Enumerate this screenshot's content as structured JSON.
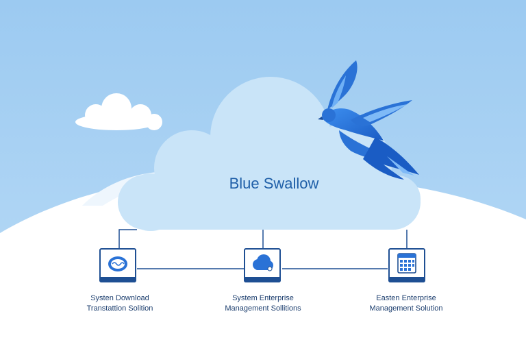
{
  "diagram": {
    "title": "Blue Swallow",
    "nodes": [
      {
        "line1": "Systen Download",
        "line2": "Transtattion Solition",
        "icon": "cloud-chat-icon"
      },
      {
        "line1": "System Enterprise",
        "line2": "Management Sollitions",
        "icon": "cloud-sync-icon"
      },
      {
        "line1": "Easten Enterprise",
        "line2": "Management Solution",
        "icon": "calendar-grid-icon"
      }
    ]
  },
  "colors": {
    "sky": "#9ccaf1",
    "cloud": "#c9e4f8",
    "connector": "#1e4f93",
    "title": "#1f5fa8",
    "bird": "#2a72d6"
  }
}
